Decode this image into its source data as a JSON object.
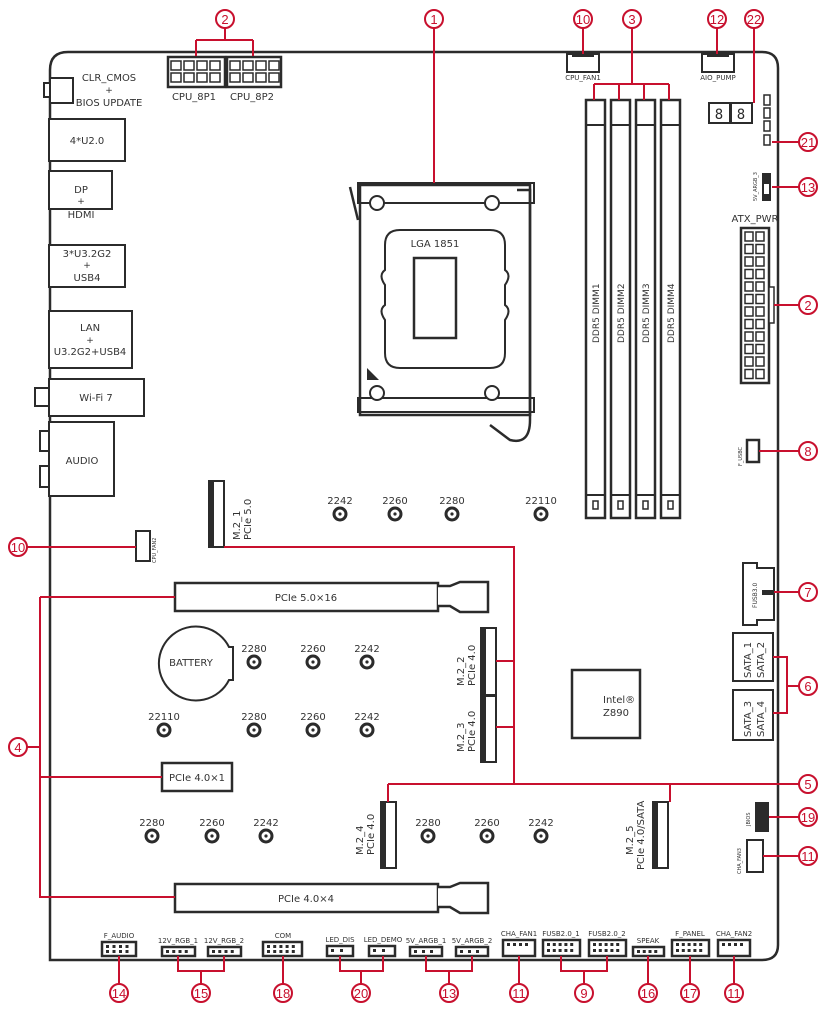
{
  "title": "Motherboard layout - Intel Z890 / LGA 1851",
  "accent_color": "#c8102e",
  "outline_color": "#2b2b2b",
  "io_panel": [
    {
      "id": "clr_cmos",
      "lines": [
        "CLR_CMOS",
        "+",
        "BIOS UPDATE"
      ]
    },
    {
      "id": "usb20",
      "lines": [
        "4*U2.0"
      ]
    },
    {
      "id": "dp_hdmi",
      "lines": [
        "DP",
        "+",
        "HDMI"
      ]
    },
    {
      "id": "usb32",
      "lines": [
        "3*U3.2G2",
        "+",
        "USB4"
      ]
    },
    {
      "id": "lan",
      "lines": [
        "LAN",
        "+",
        "U3.2G2+USB4"
      ]
    },
    {
      "id": "wifi",
      "lines": [
        "Wi-Fi 7"
      ]
    },
    {
      "id": "audio",
      "lines": [
        "AUDIO"
      ]
    }
  ],
  "cpu": {
    "socket_label": "LGA 1851"
  },
  "cpu_power": [
    "CPU_8P1",
    "CPU_8P2"
  ],
  "fans_top": {
    "cpu_fan1": "CPU_FAN1",
    "aio_pump": "AIO_PUMP"
  },
  "dimms": [
    "DDR5 DIMM1",
    "DDR5 DIMM2",
    "DDR5 DIMM3",
    "DDR5 DIMM4"
  ],
  "right_side": {
    "argb3": "5V_ARGB_3",
    "atx_pwr": "ATX_PWR",
    "f_usbc": "F_USBC",
    "fusb30": "FUSB3.0",
    "sata_a": [
      "SATA_1",
      "SATA_2"
    ],
    "sata_b": [
      "SATA_3",
      "SATA_4"
    ],
    "jbios": "JBIOS",
    "cha_fan3": "CHA_FAN3"
  },
  "cpu_fan2": "CPU_FAN2",
  "m2_slots": [
    {
      "name": "M.2_1",
      "iface": "PCIe 5.0"
    },
    {
      "name": "M.2_2",
      "iface": "PCIe 4.0"
    },
    {
      "name": "M.2_3",
      "iface": "PCIe 4.0"
    },
    {
      "name": "M.2_4",
      "iface": "PCIe 4.0"
    },
    {
      "name": "M.2_5",
      "iface": "PCIe 4.0/SATA"
    }
  ],
  "standoffs": {
    "row1": [
      "2242",
      "2260",
      "2280",
      "22110"
    ],
    "row2": [
      "2280",
      "2260",
      "2242"
    ],
    "row3": [
      "22110",
      "2280",
      "2260",
      "2242"
    ],
    "row4a": [
      "2280",
      "2260",
      "2242"
    ],
    "row4b": [
      "2280",
      "2260",
      "2242"
    ]
  },
  "pcie": [
    "PCIe 5.0×16",
    "PCIe 4.0×1",
    "PCIe 4.0×4"
  ],
  "battery": "BATTERY",
  "chipset": {
    "brand": "Intel®",
    "model": "Z890"
  },
  "bottom_headers": [
    "F_AUDIO",
    "12V_RGB_1",
    "12V_RGB_2",
    "COM",
    "LED_DIS",
    "LED_DEMO",
    "5V_ARGB_1",
    "5V_ARGB_2",
    "CHA_FAN1",
    "FUSB2.0_1",
    "FUSB2.0_2",
    "SPEAK",
    "F_PANEL",
    "CHA_FAN2"
  ],
  "callouts": {
    "c1": "1",
    "c2a": "2",
    "c2b": "2",
    "c3": "3",
    "c4": "4",
    "c5": "5",
    "c6": "6",
    "c7": "7",
    "c8": "8",
    "c9": "9",
    "c10a": "10",
    "c10b": "10",
    "c11a": "11",
    "c11b": "11",
    "c11c": "11",
    "c11d": "11",
    "c12": "12",
    "c13a": "13",
    "c13b": "13",
    "c14": "14",
    "c15": "15",
    "c16": "16",
    "c17": "17",
    "c18": "18",
    "c19": "19",
    "c20": "20",
    "c21": "21",
    "c22": "22"
  }
}
